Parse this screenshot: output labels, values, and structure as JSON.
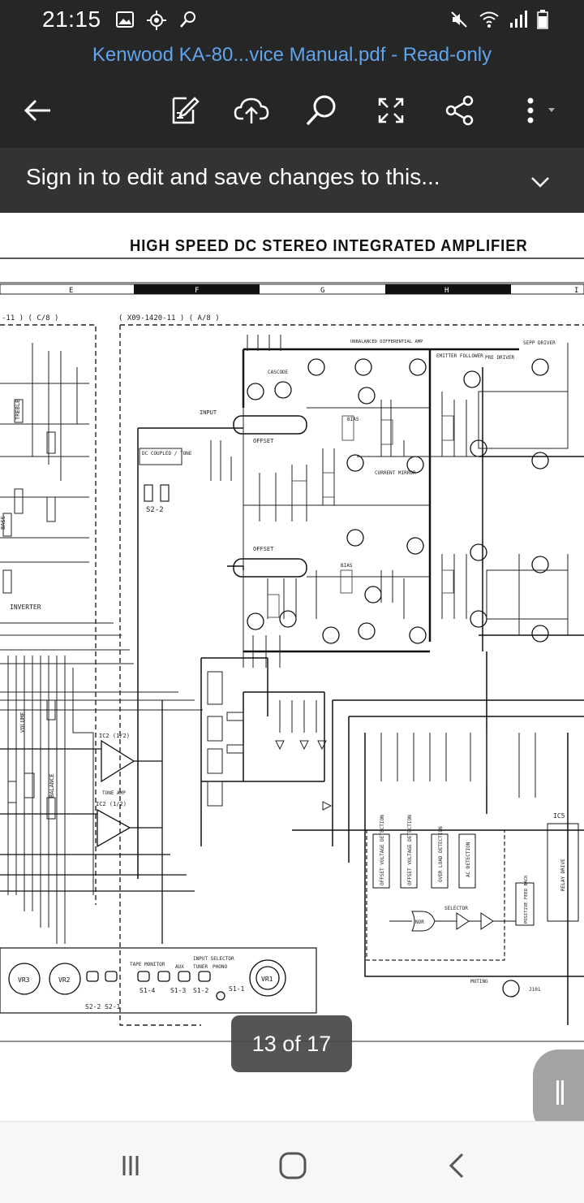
{
  "status_bar": {
    "time": "21:15",
    "left_icons": [
      "gallery-icon",
      "gps-icon",
      "search-icon"
    ],
    "right_icons": [
      "mute-icon",
      "wifi-icon",
      "signal-icon",
      "battery-icon"
    ]
  },
  "document": {
    "title": "Kenwood KA-80...vice Manual.pdf - Read-only"
  },
  "toolbar": {
    "buttons": [
      "back-icon",
      "edit-icon",
      "upload-icon",
      "search-icon",
      "fullscreen-icon",
      "share-icon",
      "more-icon"
    ]
  },
  "banner": {
    "text": "Sign in to edit and save changes to this..."
  },
  "schematic": {
    "title": "HIGH SPEED DC STEREO INTEGRATED AMPLIFIER",
    "grid_labels": [
      "E",
      "F",
      "G",
      "H",
      "I"
    ],
    "board_left": "-11 ) ( C/8 )",
    "board_main": "( X09-1420-11 ) ( A/8 )",
    "labels": [
      "UNBALANCED DIFFERENTIAL AMP",
      "CASCODE",
      "EMITTER FOLLOWER",
      "PRE DRIVER",
      "SEPP DRIVER",
      "INPUT",
      "OFFSET",
      "DC COUPLED / TONE",
      "S2-2",
      "BIAS",
      "CURRENT MIRROR",
      "TONE AMP",
      "IC2 (1/2)",
      "VOLUME",
      "BALANCE",
      "TREBLE",
      "BASS",
      "OFFSET VOLTAGE DETECTION",
      "OVER LOAD DETECTION",
      "AC DETECTION",
      "POSITIVE FEED BACK",
      "INVERTER",
      "NOR",
      "SELECTOR",
      "MUTING",
      "IC5",
      "RELAY DRIVE",
      "J101",
      "VR1",
      "VR2",
      "VR3",
      "TAPE MONITOR",
      "INPUT SELECTOR",
      "AUX",
      "TUNER",
      "PHONO",
      "S1-4",
      "S1-3",
      "S1-2",
      "S1-1",
      "S2-2 S2-1"
    ]
  },
  "page_indicator": {
    "text": "13 of 17"
  },
  "nav_bar": {
    "buttons": [
      "recents-icon",
      "home-icon",
      "back-icon"
    ]
  }
}
